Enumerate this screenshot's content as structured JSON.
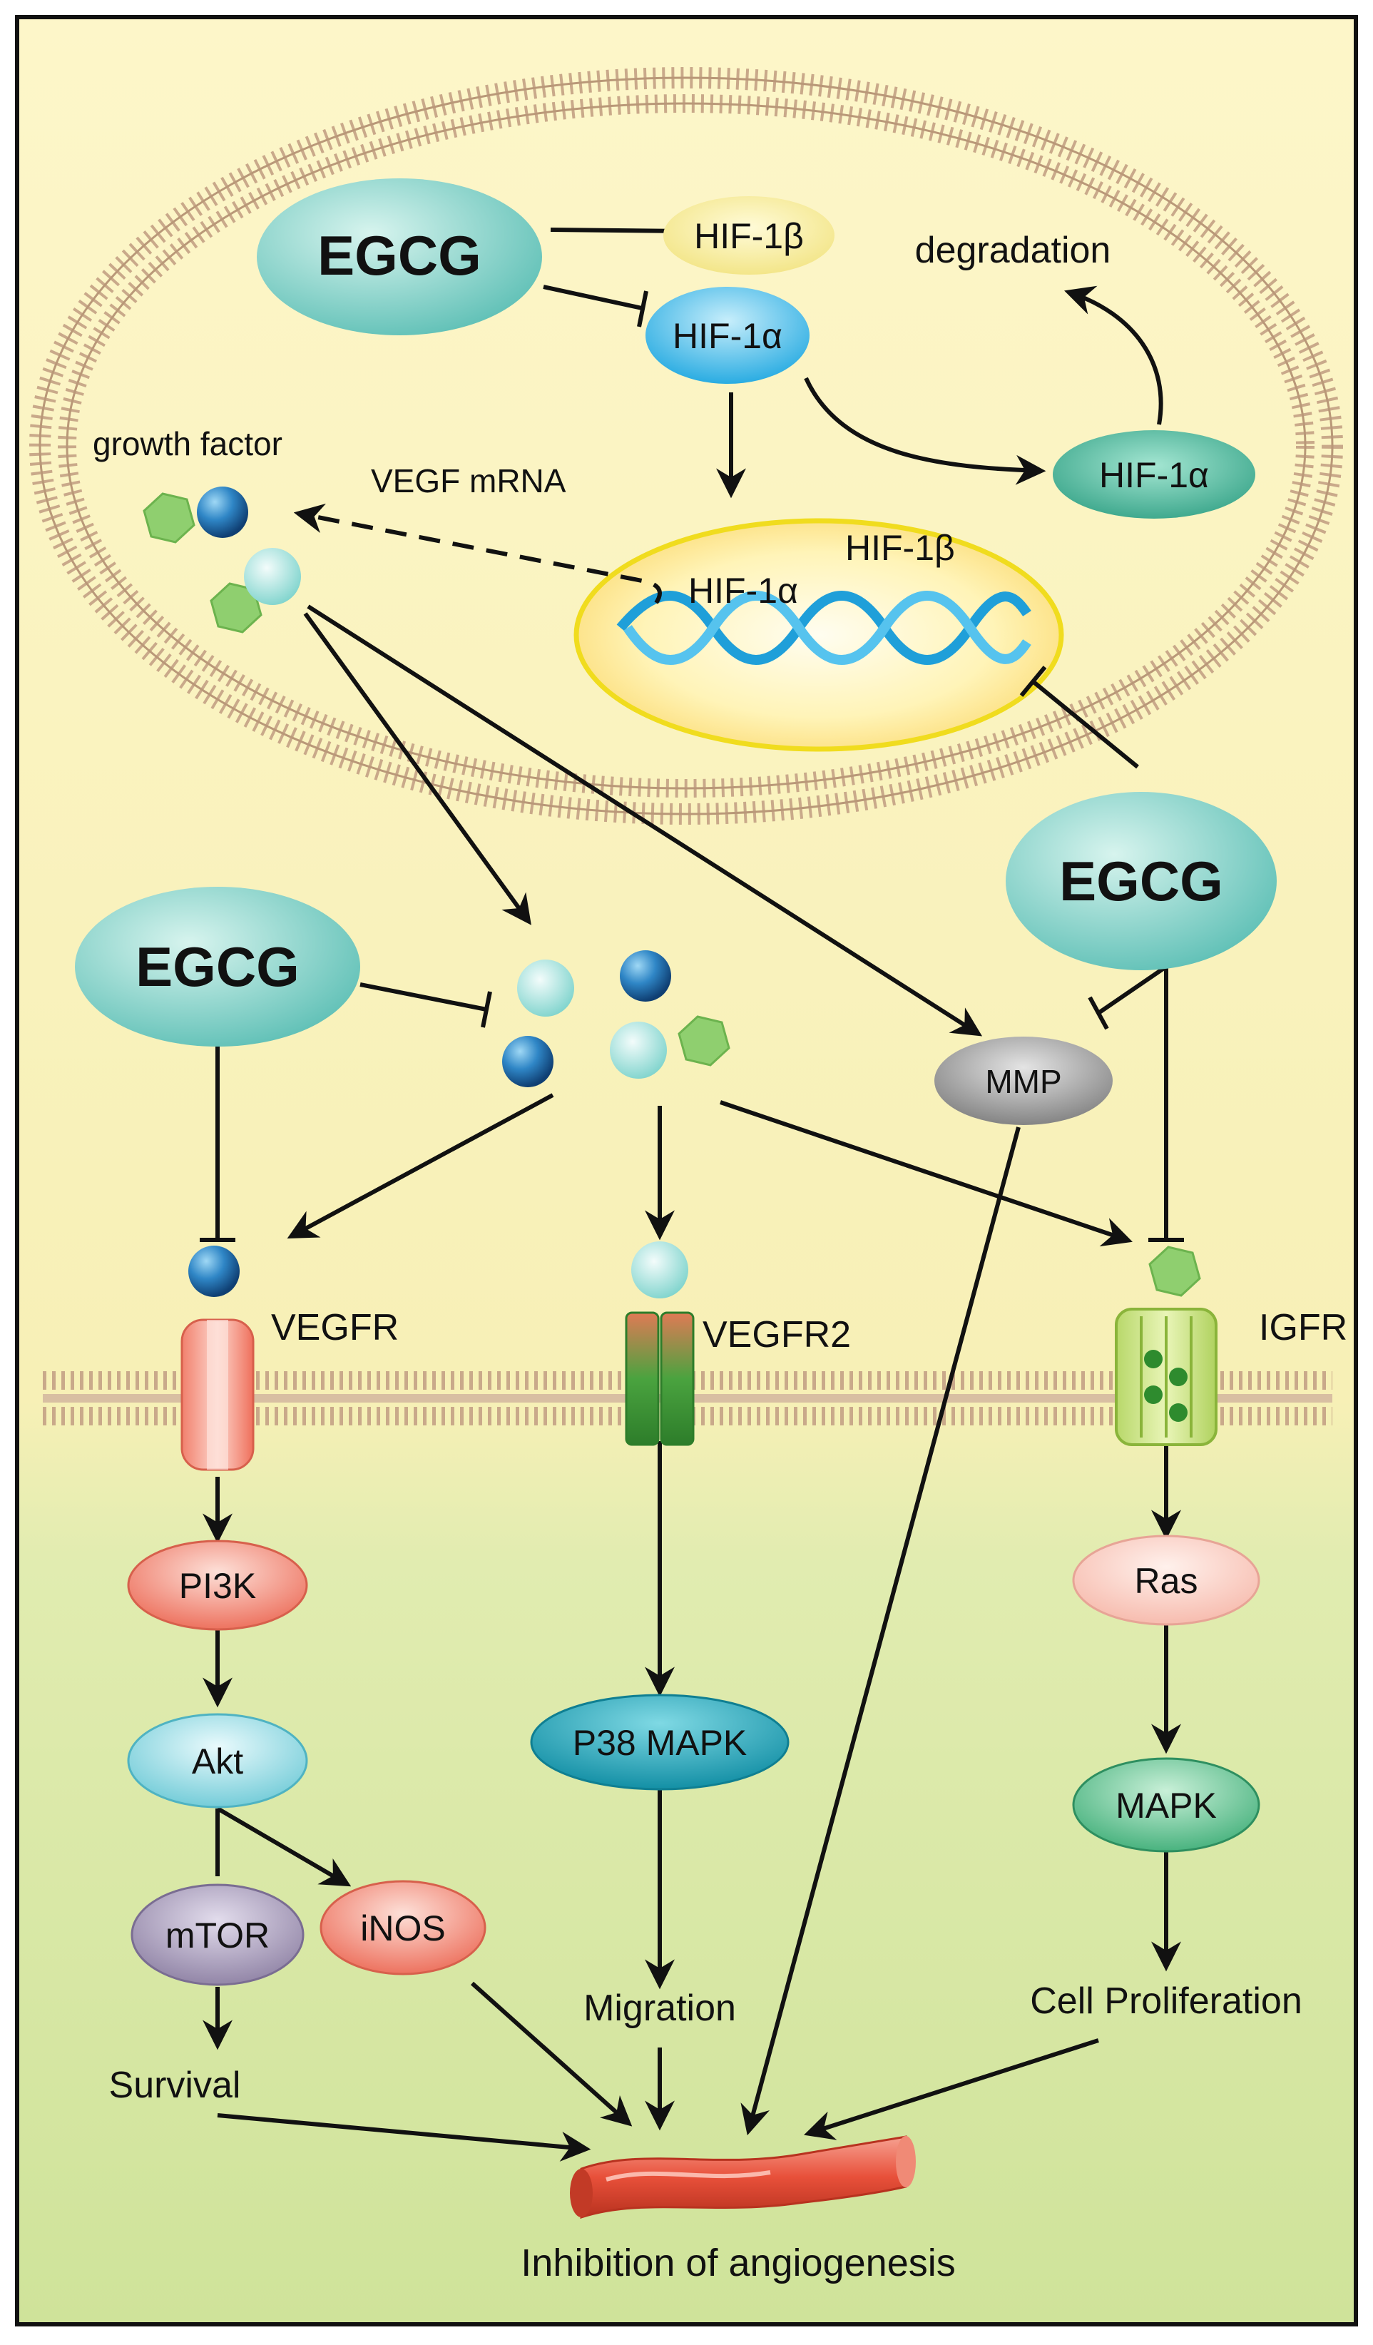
{
  "labels": {
    "egcg": "EGCG",
    "hif1b": "HIF-1β",
    "hif1a": "HIF-1α",
    "degradation": "degradation",
    "growth_factor": "growth factor",
    "vegf_mrna": "VEGF mRNA",
    "mmp": "MMP",
    "vegfr": "VEGFR",
    "vegfr2": "VEGFR2",
    "igfr": "IGFR",
    "pi3k": "PI3K",
    "akt": "Akt",
    "mtor": "mTOR",
    "inos": "iNOS",
    "survival": "Survival",
    "p38": "P38 MAPK",
    "migration": "Migration",
    "ras": "Ras",
    "mapk": "MAPK",
    "cell_proliferation": "Cell Proliferation",
    "inhibition": "Inhibition of angiogenesis"
  },
  "colors": {
    "background_upper": "#fdf6c8",
    "background_lower": "#d6e8a4",
    "egcg_teal": "#7ecfc8",
    "hif1b_yellow": "#f4ea92",
    "hif1a_blue": "#38b6e6",
    "hif1a_green": "#3fae8e",
    "nucleus_border": "#f0dc1e",
    "dna_blue": "#2aa9df",
    "membrane": "#c9a98a",
    "mmp_gray": "#8f8f8f",
    "pi3k_red": "#f07a68",
    "akt_cyan": "#7fd4df",
    "mtor_purple": "#9b8fae",
    "inos_red": "#f08070",
    "p38_teal": "#21a2b6",
    "ras_pink": "#f9c9bf",
    "mapk_green": "#5cc38e",
    "vessel_red": "#e8503a"
  }
}
